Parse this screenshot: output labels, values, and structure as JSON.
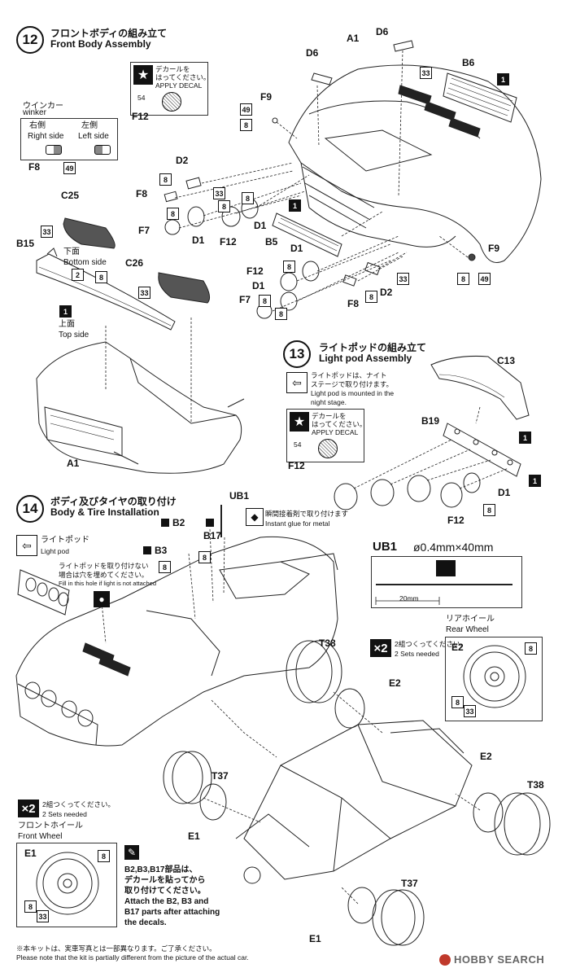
{
  "step12": {
    "num": "12",
    "title_jp": "フロントボディの組み立て",
    "title_en": "Front Body Assembly"
  },
  "decal_note": {
    "jp1": "デカールを",
    "jp2": "はってください。",
    "en": "APPLY DECAL",
    "decal_no": "54",
    "part": "F12"
  },
  "winker": {
    "jp": "ウインカー",
    "en": "winker",
    "right_jp": "右側",
    "right_en": "Right side",
    "left_jp": "左側",
    "left_en": "Left side",
    "part": "F8",
    "color": "49"
  },
  "step12_parts": {
    "A1": "A1",
    "D6": "D6",
    "D6b": "D6",
    "B6": "B6",
    "F9": "F9",
    "F9b": "F9",
    "D2": "D2",
    "D2b": "D2",
    "F8": "F8",
    "F8b": "F8",
    "F7": "F7",
    "F7b": "F7",
    "D1": "D1",
    "D1b": "D1",
    "D1c": "D1",
    "D1d": "D1",
    "F12": "F12",
    "F12b": "F12",
    "B5": "B5",
    "C25": "C25",
    "C26": "C26",
    "B15": "B15",
    "A1b": "A1"
  },
  "bottom_top": {
    "bottom_jp": "下面",
    "bottom_en": "Bottom side",
    "top_jp": "上面",
    "top_en": "Top side"
  },
  "colors": {
    "c1": "1",
    "c2": "2",
    "c8": "8",
    "c33": "33",
    "c49": "49"
  },
  "step13": {
    "num": "13",
    "title_jp": "ライトポッドの組み立て",
    "title_en": "Light pod Assembly",
    "note_jp1": "ライトポッドは、ナイト",
    "note_jp2": "ステージで取り付けます。",
    "note_en1": "Light pod is mounted in the",
    "note_en2": "night stage.",
    "C13": "C13",
    "B19": "B19",
    "D1": "D1",
    "F12": "F12"
  },
  "step14": {
    "num": "14",
    "title_jp": "ボディ及びタイヤの取り付け",
    "title_en": "Body & Tire Installation",
    "glue_jp": "瞬間接着剤で取り付けます",
    "glue_en": "Instant glue for metal",
    "UB1": "UB1",
    "B2": "B2",
    "B3": "B3",
    "B17": "B17",
    "lightpod_jp": "ライトポッド",
    "lightpod_en": "Light pod",
    "fill_jp1": "ライトポッドを取り付けない",
    "fill_jp2": "場合は穴を埋めてください。",
    "fill_en": "Fill in this hole if light is not attached"
  },
  "ub1_detail": {
    "label": "UB1",
    "spec": "ø0.4mm×40mm",
    "len": "20mm"
  },
  "rear_wheel": {
    "x": "×2",
    "jp_sets": "2組つくってください。",
    "en_sets": "2 Sets needed",
    "jp": "リアホイール",
    "en": "Rear Wheel",
    "part": "E2"
  },
  "front_wheel": {
    "x": "×2",
    "jp_sets": "2組つくってください。",
    "en_sets": "2 Sets needed",
    "jp": "フロントホイール",
    "en": "Front Wheel",
    "part": "E1"
  },
  "tires": {
    "T38": "T38",
    "T38b": "T38",
    "T37": "T37",
    "T37b": "T37",
    "E2": "E2",
    "E2b": "E2",
    "E1": "E1",
    "E1b": "E1"
  },
  "attach_note": {
    "jp1": "B2,B3,B17部品は、",
    "jp2": "デカールを貼ってから",
    "jp3": "取り付けてください。",
    "en1": "Attach the B2, B3 and",
    "en2": "B17 parts after attaching",
    "en3": "the decals."
  },
  "footer": {
    "jp": "※本キットは、実車写真とは一部異なります。ご了承ください。",
    "en": "Please note that the kit is partially different from the picture of the actual car.",
    "brand": "HOBBY SEARCH"
  }
}
